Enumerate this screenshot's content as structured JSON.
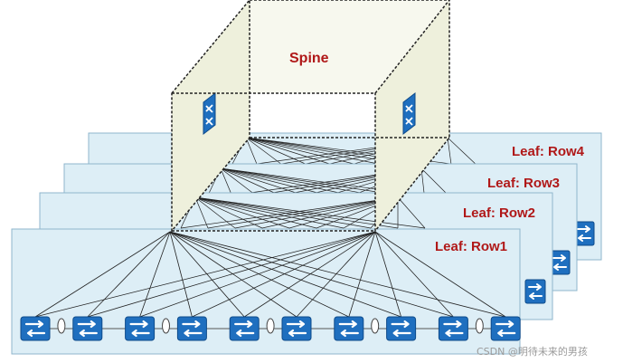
{
  "diagram": {
    "spine_label": "Spine",
    "leaf_rows": [
      {
        "label": "Leaf: Row1"
      },
      {
        "label": "Leaf: Row2"
      },
      {
        "label": "Leaf: Row3"
      },
      {
        "label": "Leaf: Row4"
      }
    ],
    "spine_icon": "router-icon",
    "leaf_icon": "switch-icon",
    "row1_switch_count": 10,
    "watermark": "CSDN @明待未来的男孩",
    "colors": {
      "label": "#b01818",
      "spine_plane": "#eef0dc",
      "leaf_panel": "#ddeef6",
      "device": "#1f6fbf"
    }
  }
}
